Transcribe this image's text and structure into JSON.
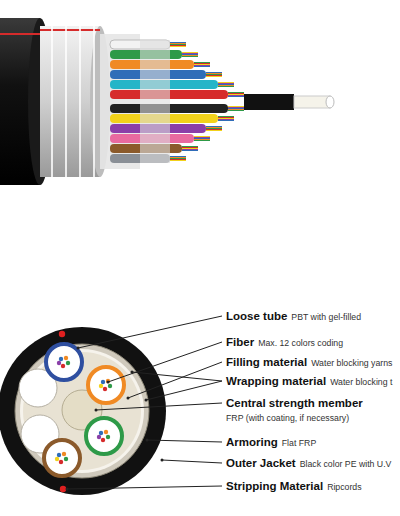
{
  "diagram": {
    "labels": [
      "Loose tube",
      "PBT with gel-filled",
      "Fiber",
      "Max. 12 colors coding",
      "Filling material",
      "Water blocking yarns",
      "Wrapping material",
      "Water blocking t",
      "Central strength member",
      "FRP (with coating, if necessary)",
      "Armoring",
      "Flat FRP",
      "Outer Jacket",
      "Black color PE with U.V",
      "Stripping Material",
      "Ripcords"
    ]
  }
}
